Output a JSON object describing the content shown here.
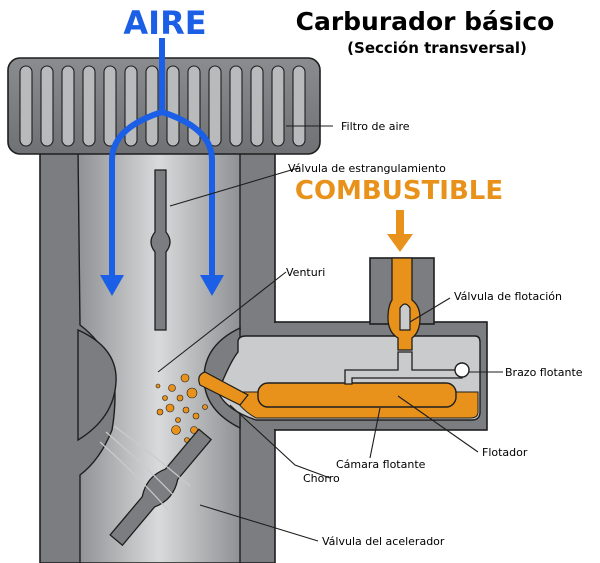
{
  "title": "Carburador básico",
  "subtitle": "(Sección transversal)",
  "flows": {
    "air": "AIRE",
    "fuel": "COMBUSTIBLE"
  },
  "labels": {
    "air_filter": "Filtro de aire",
    "choke_valve": "Válvula de estrangulamiento",
    "venturi": "Venturi",
    "float_valve": "Válvula de flotación",
    "float_arm": "Brazo flotante",
    "float": "Flotador",
    "float_chamber": "Cámara flotante",
    "jet": "Chorro",
    "throttle_valve": "Válvula del acelerador"
  },
  "colors": {
    "air": "#1b5fe6",
    "fuel": "#e8921c",
    "body": "#7b7d80",
    "interior": "#cacbcc",
    "outline": "#1e1e1e"
  }
}
